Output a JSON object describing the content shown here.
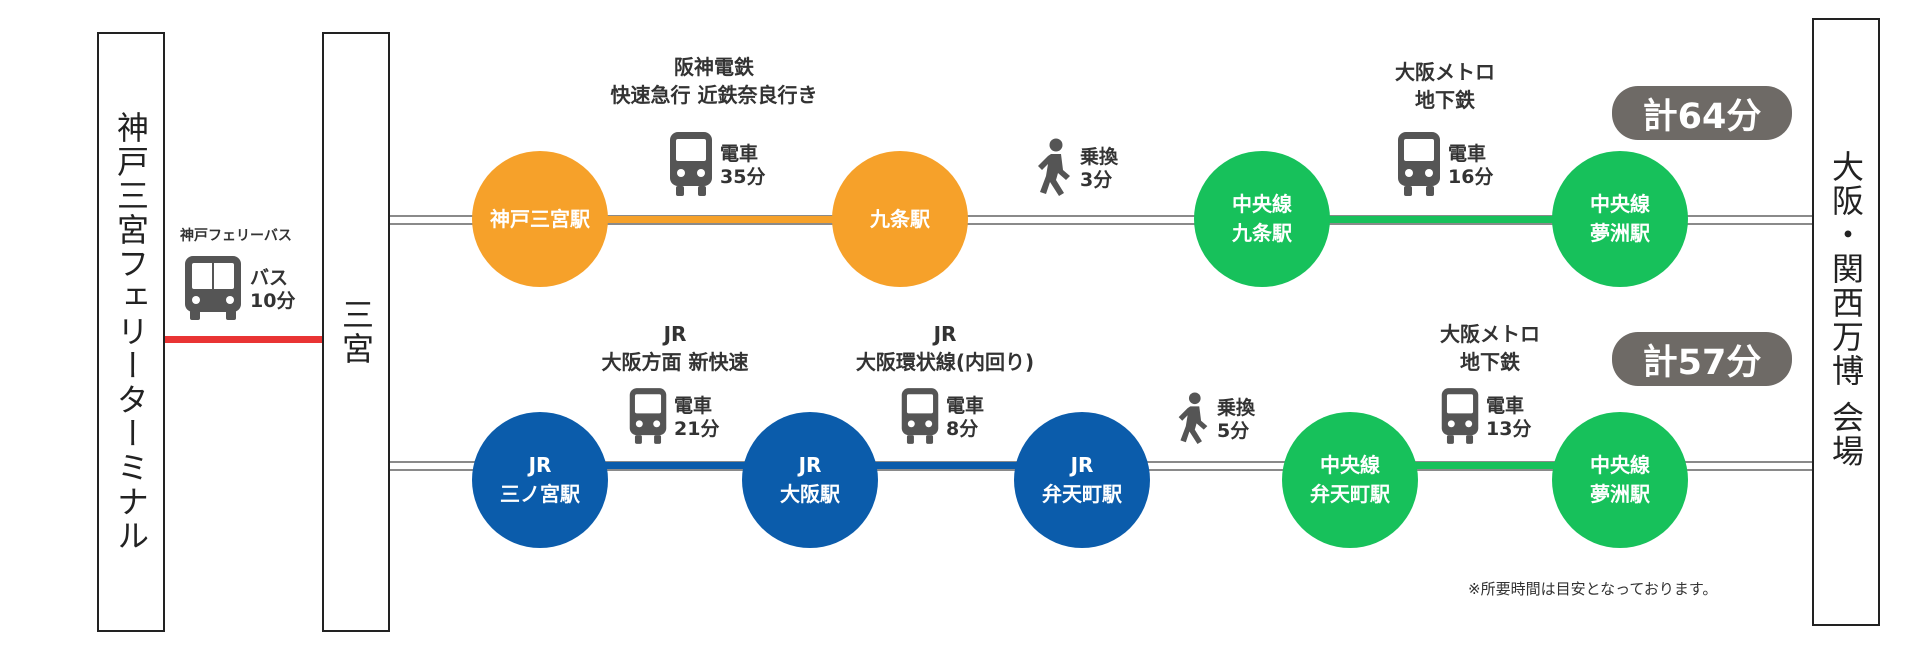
{
  "colors": {
    "hanshin": "#f6a12a",
    "jr": "#0b5cab",
    "metro": "#17c15b",
    "bus": "#e93434",
    "total_badge": "#6e6a66"
  },
  "left_terminal": "神戸三宮フェリーターミナル",
  "sannomiya": "三宮",
  "destination": "大阪・関西万博 会場",
  "bus": {
    "operator": "神戸フェリーバス",
    "mode": "バス",
    "time": "10分"
  },
  "route1": {
    "stations": [
      {
        "lines": [
          "神戸三宮駅"
        ]
      },
      {
        "lines": [
          "九条駅"
        ]
      },
      {
        "lines": [
          "中央線",
          "九条駅"
        ]
      },
      {
        "lines": [
          "中央線",
          "夢洲駅"
        ]
      }
    ],
    "segment1_label": [
      "阪神電鉄",
      "快速急行 近鉄奈良行き"
    ],
    "segment1_ride": {
      "mode": "電車",
      "time": "35分"
    },
    "transfer": {
      "mode": "乗換",
      "time": "3分"
    },
    "segment2_label": [
      "大阪メトロ",
      "地下鉄"
    ],
    "segment2_ride": {
      "mode": "電車",
      "time": "16分"
    },
    "total": "計64分"
  },
  "route2": {
    "stations": [
      {
        "lines": [
          "JR",
          "三ノ宮駅"
        ]
      },
      {
        "lines": [
          "JR",
          "大阪駅"
        ]
      },
      {
        "lines": [
          "JR",
          "弁天町駅"
        ]
      },
      {
        "lines": [
          "中央線",
          "弁天町駅"
        ]
      },
      {
        "lines": [
          "中央線",
          "夢洲駅"
        ]
      }
    ],
    "segment1_label": [
      "JR",
      "大阪方面 新快速"
    ],
    "segment1_ride": {
      "mode": "電車",
      "time": "21分"
    },
    "segment2_label": [
      "JR",
      "大阪環状線(内回り)"
    ],
    "segment2_ride": {
      "mode": "電車",
      "time": "8分"
    },
    "transfer": {
      "mode": "乗換",
      "time": "5分"
    },
    "segment3_label": [
      "大阪メトロ",
      "地下鉄"
    ],
    "segment3_ride": {
      "mode": "電車",
      "time": "13分"
    },
    "total": "計57分"
  },
  "note": "※所要時間は目安となっております。"
}
